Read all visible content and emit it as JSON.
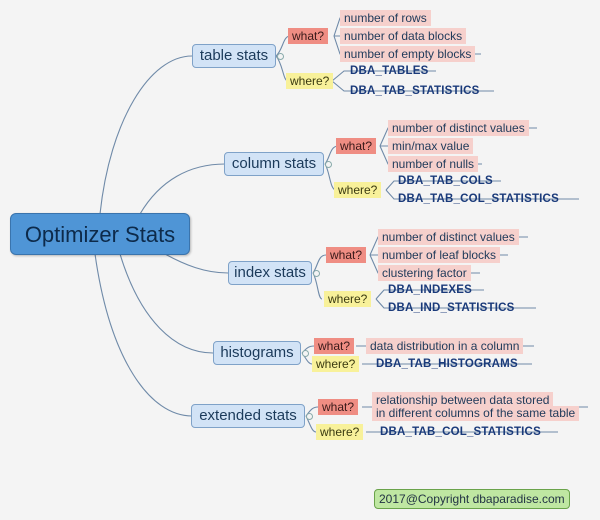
{
  "root": {
    "label": "Optimizer Stats"
  },
  "labels": {
    "what": "what?",
    "where": "where?"
  },
  "branches": [
    {
      "label": "table stats",
      "what": [
        "number of rows",
        "number of data blocks",
        "number of empty blocks"
      ],
      "where": [
        "DBA_TABLES",
        "DBA_TAB_STATISTICS"
      ]
    },
    {
      "label": "column stats",
      "what": [
        "number of distinct values",
        "min/max value",
        "number of nulls"
      ],
      "where": [
        "DBA_TAB_COLS",
        "DBA_TAB_COL_STATISTICS"
      ]
    },
    {
      "label": "index stats",
      "what": [
        "number of distinct values",
        "number of leaf blocks",
        "clustering factor"
      ],
      "where": [
        "DBA_INDEXES",
        "DBA_IND_STATISTICS"
      ]
    },
    {
      "label": "histograms",
      "what": [
        "data distribution in a column"
      ],
      "where": [
        "DBA_TAB_HISTOGRAMS"
      ]
    },
    {
      "label": "extended stats",
      "what": [
        "relationship between data stored",
        "in different columns of the same table"
      ],
      "where": [
        "DBA_TAB_COL_STATISTICS"
      ]
    }
  ],
  "footer": {
    "copyright": "2017@Copyright dbaparadise.com"
  },
  "colors": {
    "root": "#4f95d6",
    "branch": "#d2e3f6",
    "what": "#ef8d83",
    "where": "#f8f19a",
    "leaf": "#f6d0cc",
    "copyright": "#bfe7a2",
    "line": "#6f8aa8"
  }
}
